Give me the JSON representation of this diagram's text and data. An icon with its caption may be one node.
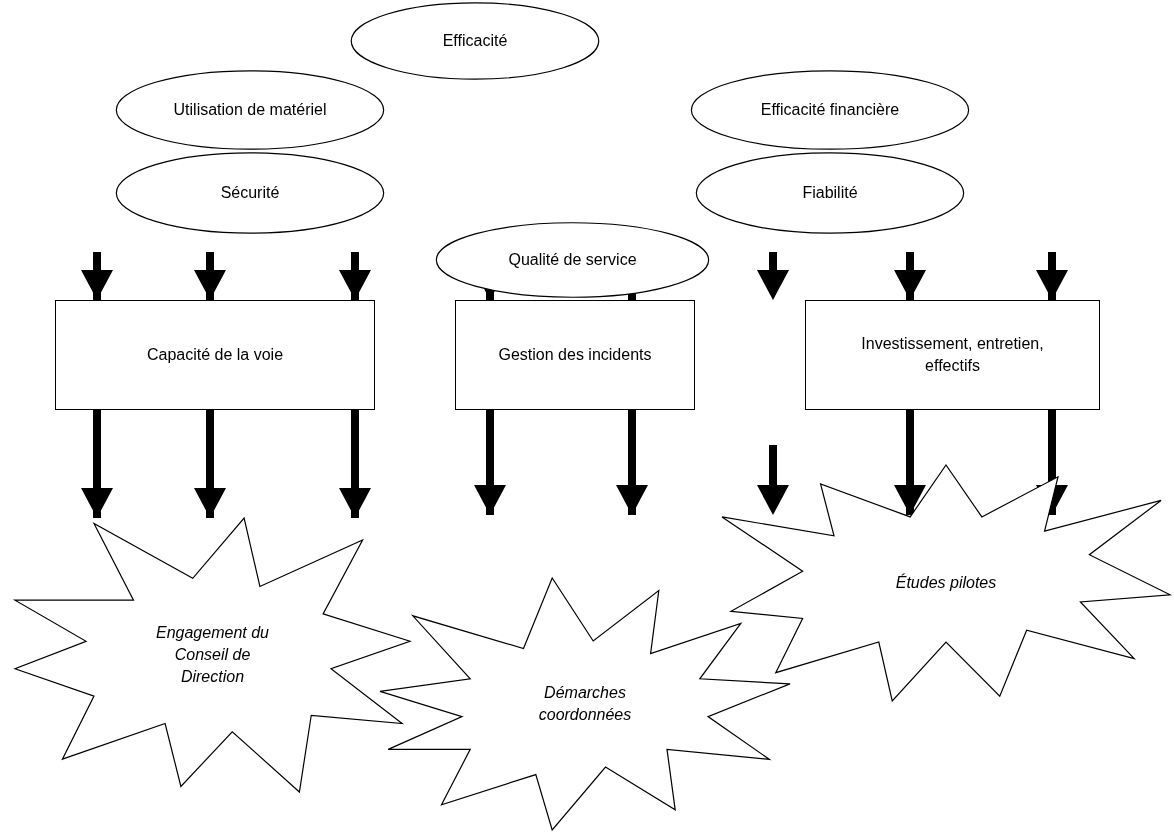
{
  "diagram": {
    "nodes": [
      {
        "text": [
          "Efficacité"
        ]
      },
      {
        "text": [
          "Utilisation de matériel"
        ]
      },
      {
        "text": [
          "Efficacité financière"
        ]
      },
      {
        "text": [
          "Sécurité"
        ]
      },
      {
        "text": [
          "Fiabilité"
        ]
      },
      {
        "text": [
          "Qualité de service"
        ]
      },
      {
        "text": [
          "Capacité de la voie"
        ]
      },
      {
        "text": [
          "Gestion des incidents"
        ]
      },
      {
        "text": [
          "Investissement, entretien, effectifs"
        ]
      },
      {
        "text": [
          "Engagement du Conseil de Direction"
        ]
      },
      {
        "text": [
          "Démarches coordonnées"
        ]
      },
      {
        "text": [
          "Études pilotes"
        ]
      }
    ],
    "edges": [
      {
        "from": null,
        "to": 6,
        "arrow": "to"
      },
      {
        "from": null,
        "to": 6,
        "arrow": "to"
      },
      {
        "from": null,
        "to": 6,
        "arrow": "to"
      },
      {
        "from": 5,
        "to": 7,
        "arrow": "to"
      },
      {
        "from": 5,
        "to": 7,
        "arrow": "to"
      },
      {
        "from": null,
        "to": 8,
        "arrow": "to"
      },
      {
        "from": null,
        "to": 8,
        "arrow": "to"
      },
      {
        "from": 6,
        "to": 9,
        "arrow": "to"
      },
      {
        "from": 6,
        "to": 9,
        "arrow": "to"
      },
      {
        "from": 6,
        "to": 9,
        "arrow": "to"
      },
      {
        "from": 7,
        "to": null,
        "arrow": "to"
      },
      {
        "from": 7,
        "to": null,
        "arrow": "to"
      },
      {
        "from": 8,
        "to": 11,
        "arrow": "to"
      },
      {
        "from": 8,
        "to": 11,
        "arrow": "to"
      }
    ]
  }
}
